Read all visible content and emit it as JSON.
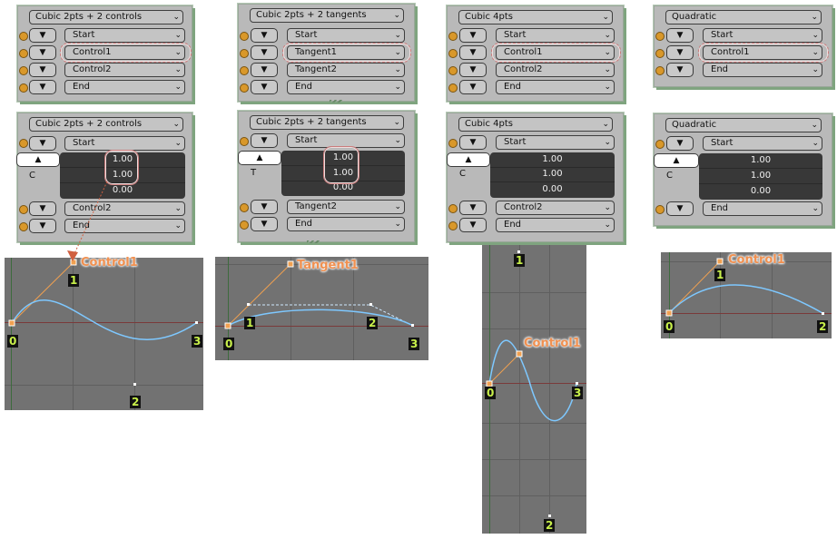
{
  "top_nodes": [
    {
      "mode": "Cubic 2pts + 2 controls",
      "rows": [
        "Start",
        "Control1",
        "Control2",
        "End"
      ]
    },
    {
      "mode": "Cubic 2pts + 2 tangents",
      "rows": [
        "Start",
        "Tangent1",
        "Tangent2",
        "End"
      ]
    },
    {
      "mode": "Cubic 4pts",
      "rows": [
        "Start",
        "Control1",
        "Control2",
        "End"
      ]
    },
    {
      "mode": "Quadratic",
      "rows": [
        "Start",
        "Control1",
        "End"
      ]
    }
  ],
  "mid_nodes": [
    {
      "mode": "Cubic 2pts + 2 controls",
      "start": "Start",
      "letter": "C",
      "values": [
        "1.00",
        "1.00",
        "0.00"
      ],
      "after": [
        "Control2",
        "End"
      ]
    },
    {
      "mode": "Cubic 2pts + 2 tangents",
      "start": "Start",
      "letter": "T",
      "values": [
        "1.00",
        "1.00",
        "0.00"
      ],
      "after": [
        "Tangent2",
        "End"
      ]
    },
    {
      "mode": "Cubic 4pts",
      "start": "Start",
      "letter": "C",
      "values": [
        "1.00",
        "1.00",
        "0.00"
      ],
      "after": [
        "Control2",
        "End"
      ]
    },
    {
      "mode": "Quadratic",
      "start": "Start",
      "letter": "C",
      "values": [
        "1.00",
        "1.00",
        "0.00"
      ],
      "after": [
        "End"
      ]
    }
  ],
  "graphs": [
    {
      "callout": "Control1",
      "points": [
        "0",
        "1",
        "2",
        "3"
      ]
    },
    {
      "callout": "Tangent1",
      "points": [
        "0",
        "1",
        "2",
        "3"
      ]
    },
    {
      "callout": "Control1",
      "points": [
        "0",
        "1",
        "2",
        "3"
      ]
    },
    {
      "callout": "Control1",
      "points": [
        "0",
        "1",
        "2"
      ]
    }
  ],
  "colors": {
    "curve": "#7ec8ff",
    "handle": "#f0a050",
    "socket": "#d9982a",
    "axis_x": "#7a3a3a",
    "axis_y": "#3a6a3a"
  }
}
